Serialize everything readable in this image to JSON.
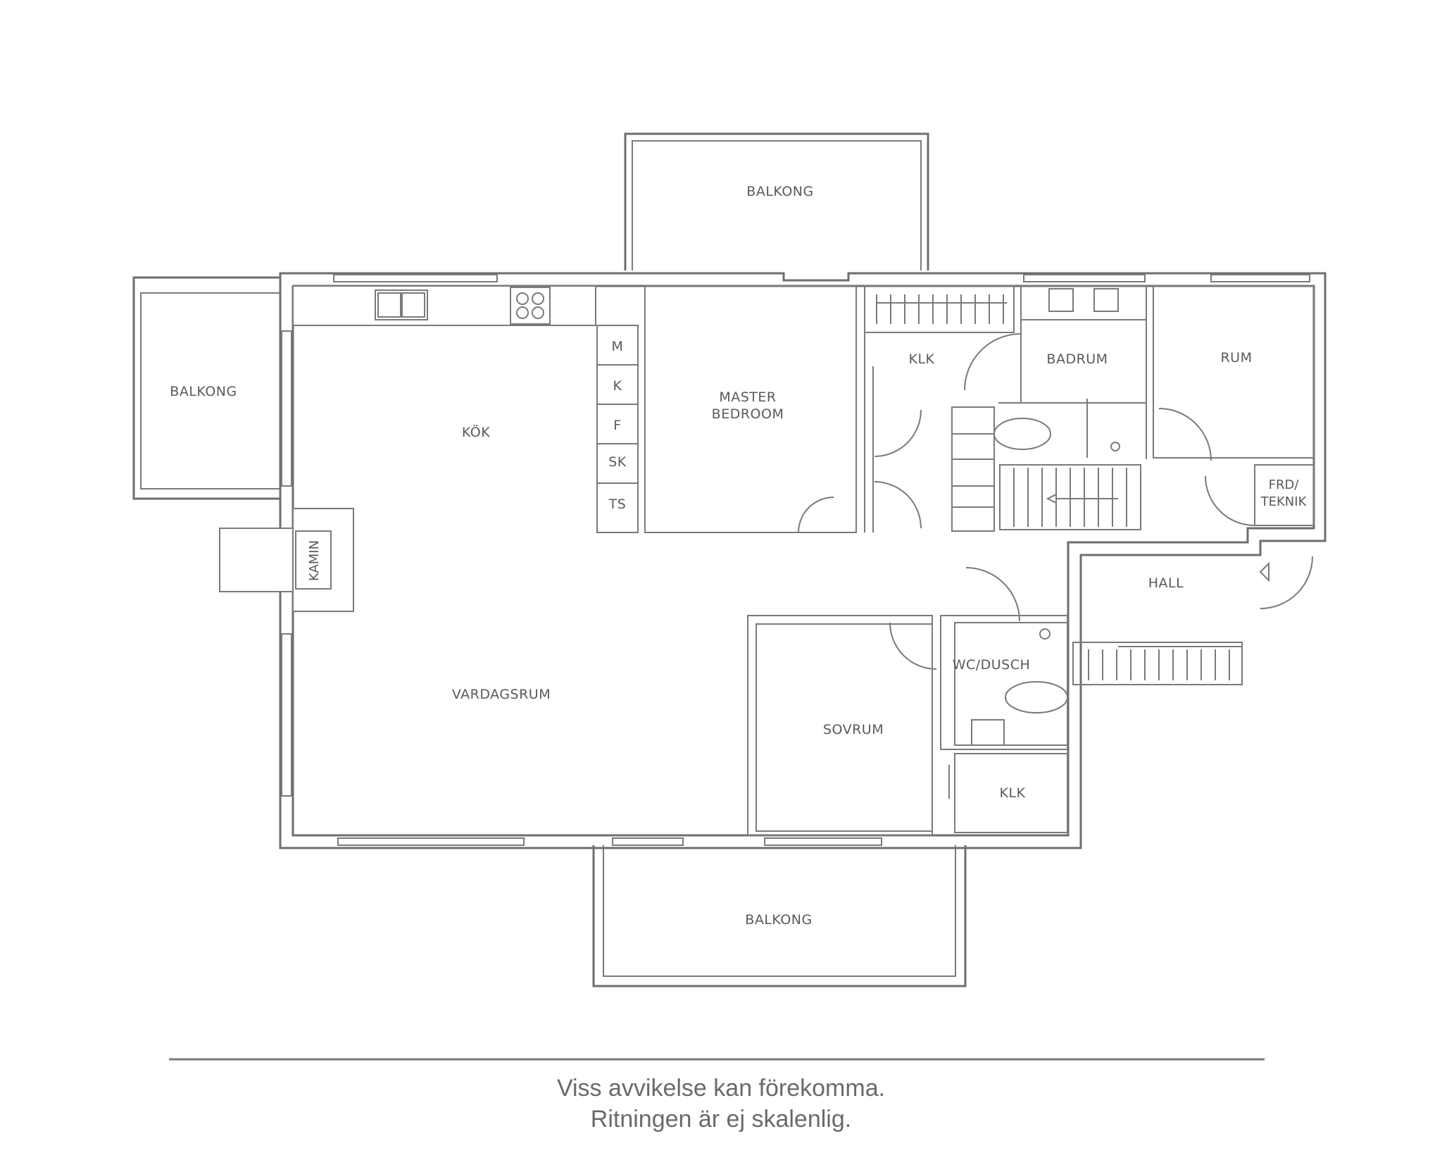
{
  "rooms": {
    "balkong_top": "BALKONG",
    "balkong_left": "BALKONG",
    "balkong_bottom": "BALKONG",
    "kok": "KÖK",
    "master_line1": "MASTER",
    "master_line2": "BEDROOM",
    "klk_top": "KLK",
    "badrum": "BADRUM",
    "rum": "RUM",
    "frd_line1": "FRD/",
    "frd_line2": "TEKNIK",
    "hall": "HALL",
    "vardagsrum": "VARDAGSRUM",
    "sovrum": "SOVRUM",
    "wc_dusch": "WC/DUSCH",
    "klk_bottom": "KLK",
    "kamin": "KAMIN"
  },
  "appliances": [
    "M",
    "K",
    "F",
    "SK",
    "TS"
  ],
  "disclaimer": {
    "line1": "Viss avvikelse kan förekomma.",
    "line2": "Ritningen är ej skalenlig."
  }
}
